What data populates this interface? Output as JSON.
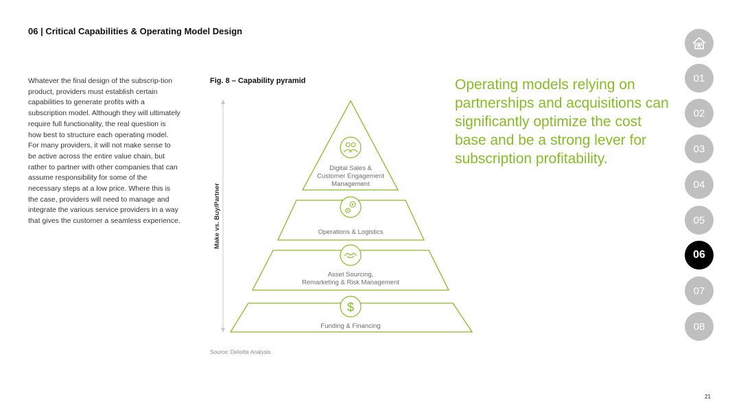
{
  "header": {
    "title": "06 | Critical Capabilities & Operating Model Design"
  },
  "body": {
    "paragraph": "Whatever the final design of the subscrip-tion product, providers must establish certain capabilities to generate profits with a subscription model. Although they will ultimately require full functionality, the real question is how best to structure each operating model. For many providers, it will not make sense to be active across the entire value chain, but rather to partner with other companies that can assume responsibility for some of the necessary steps at a low price. Where this is the case, providers will need to manage and integrate the various service providers in a way that gives the customer a seamless experience."
  },
  "figure": {
    "title": "Fig. 8 – Capability pyramid",
    "axis_label": "Make vs. Buy/Partner",
    "source": "Source: Deloitte Analysis",
    "accent_color": "#86bc25",
    "levels": [
      {
        "lines": [
          "Digital Sales &",
          "Customer Engagement",
          "Management"
        ],
        "icon": "people-icon"
      },
      {
        "lines": [
          "Operations & Logistics"
        ],
        "icon": "gears-icon"
      },
      {
        "lines": [
          "Asset Sourcing,",
          "Remarketing & Risk Management"
        ],
        "icon": "handshake-icon"
      },
      {
        "lines": [
          "Funding & Financing"
        ],
        "icon": "dollar-icon"
      }
    ]
  },
  "quote": {
    "text": "Operating models relying on partnerships and acquisitions can significantly optimize the cost base and be a strong lever for subscription profitability."
  },
  "nav": {
    "home_icon": "home-icon",
    "items": [
      "01",
      "02",
      "03",
      "04",
      "05",
      "06",
      "07",
      "08"
    ],
    "active": "06",
    "active_color": "#000000",
    "inactive_color": "#bfbfbf"
  },
  "footer": {
    "page_number": "21"
  }
}
